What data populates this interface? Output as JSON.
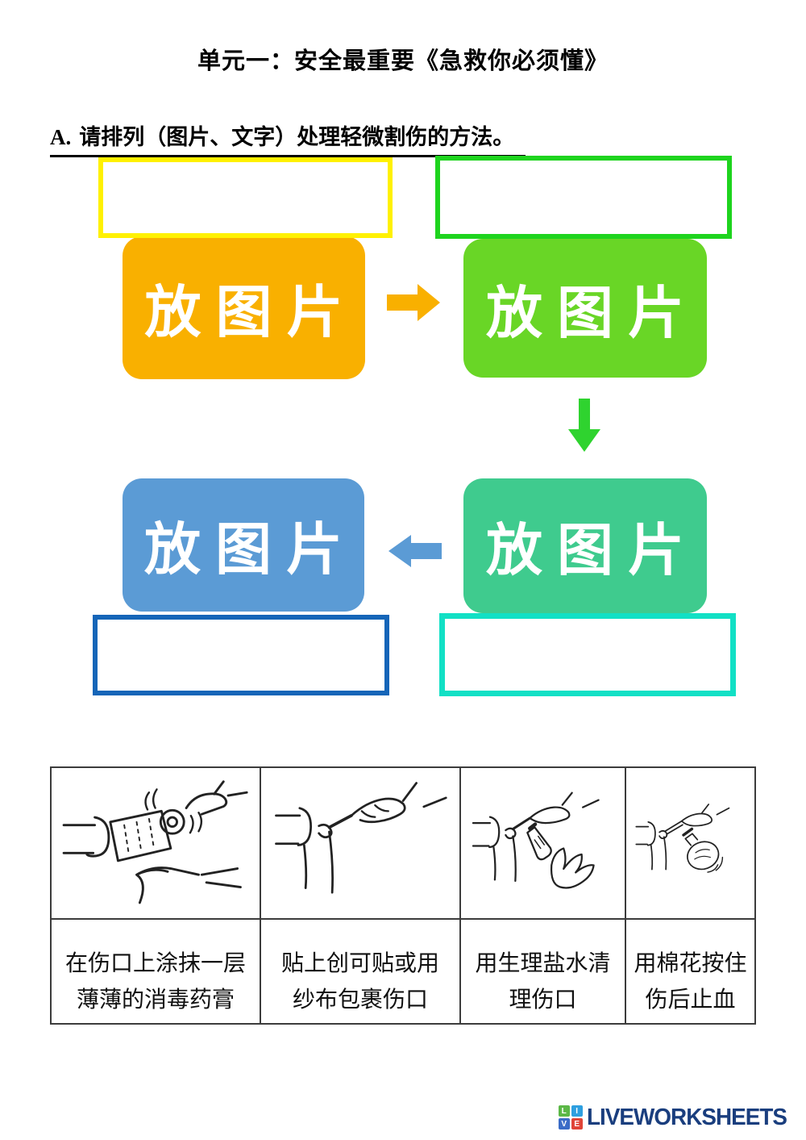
{
  "page": {
    "title": "单元一：安全最重要《急救你必须懂》",
    "instruction_prefix": "A.",
    "instruction_text": "请排列（图片、文字）处理轻微割伤的方法。"
  },
  "flowchart": {
    "placeholder_text": "放图片",
    "steps": [
      {
        "name": "step-1",
        "value": "",
        "outline_color": "#FFF100",
        "fill_color": "#F9B000"
      },
      {
        "name": "step-2",
        "value": "",
        "outline_color": "#1ED41E",
        "fill_color": "#69D626"
      },
      {
        "name": "step-3",
        "value": "",
        "outline_color": "#12E0C5",
        "fill_color": "#3FCB8E"
      },
      {
        "name": "step-4",
        "value": "",
        "outline_color": "#1565B8",
        "fill_color": "#5B9BD5"
      }
    ],
    "arrows": [
      {
        "direction": "right",
        "color": "#F9B000"
      },
      {
        "direction": "down",
        "color": "#2FD32F"
      },
      {
        "direction": "left",
        "color": "#5B9BD5"
      }
    ]
  },
  "table": {
    "cards": [
      {
        "image": "wrapping-bandage-around-hand",
        "caption_line1": "在伤口上涂抹一层",
        "caption_line2": "薄薄的消毒药膏"
      },
      {
        "image": "applying-plaster-to-wound",
        "caption_line1": "贴上创可贴或用",
        "caption_line2": "纱布包裹伤口"
      },
      {
        "image": "squeezing-ointment-tube",
        "caption_line1": "用生理盐水清",
        "caption_line2": "理伤口"
      },
      {
        "image": "bottle-and-cotton-on-wound",
        "caption_line1": "用棉花按住",
        "caption_line2": "伤后止血"
      }
    ]
  },
  "logo": {
    "text": "LIVEWORKSHEETS",
    "text_color": "#1A3E7E",
    "tiles": [
      {
        "letter": "L",
        "color": "#5CB847"
      },
      {
        "letter": "I",
        "color": "#2E9FE0"
      },
      {
        "letter": "V",
        "color": "#3B6CC7"
      },
      {
        "letter": "E",
        "color": "#E04438"
      }
    ]
  }
}
